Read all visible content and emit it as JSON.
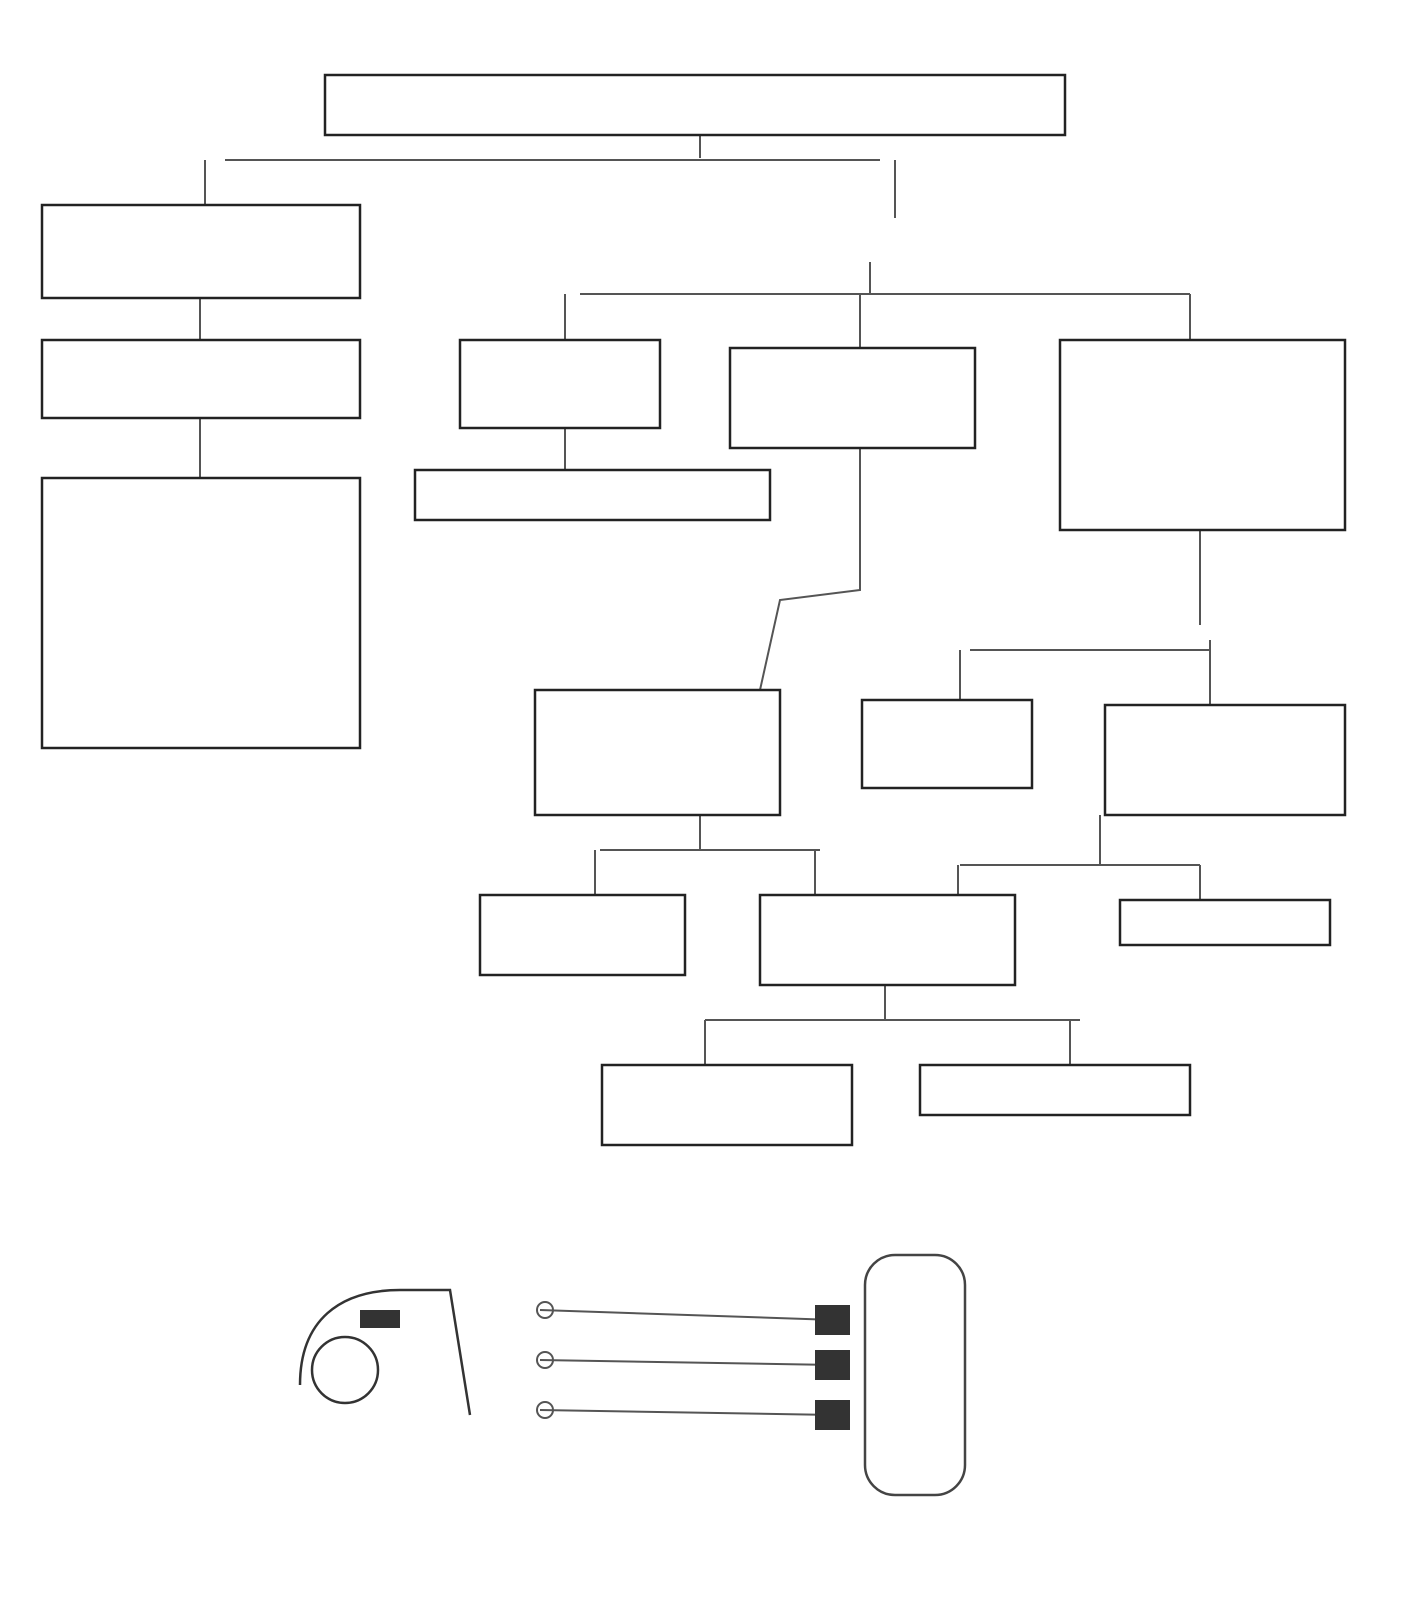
{
  "diagram": {
    "title": "",
    "nodes": [
      {
        "id": "n_start",
        "text": ""
      },
      {
        "id": "n_left1",
        "text": ""
      },
      {
        "id": "n_left2",
        "text": ""
      },
      {
        "id": "n_left3",
        "text": ""
      },
      {
        "id": "n_mid_header",
        "text": ""
      },
      {
        "id": "n_a1",
        "text": ""
      },
      {
        "id": "n_a2",
        "text": ""
      },
      {
        "id": "n_b1",
        "text": ""
      },
      {
        "id": "n_c1",
        "text": ""
      },
      {
        "id": "n_b2",
        "text": ""
      },
      {
        "id": "n_b3",
        "text": ""
      },
      {
        "id": "n_b4",
        "text": ""
      },
      {
        "id": "n_c2",
        "text": ""
      },
      {
        "id": "n_c3",
        "text": ""
      },
      {
        "id": "n_c4",
        "text": ""
      },
      {
        "id": "n_d1",
        "text": ""
      },
      {
        "id": "n_d2",
        "text": ""
      }
    ],
    "edges": [
      {
        "from": "n_start",
        "to": "n_left1",
        "label": ""
      },
      {
        "from": "n_start",
        "to": "n_mid_header",
        "label": ""
      },
      {
        "from": "n_left1",
        "to": "n_left2",
        "label": ""
      },
      {
        "from": "n_left2",
        "to": "n_left3",
        "label": ""
      },
      {
        "from": "n_mid_header",
        "to": "n_a1",
        "label": ""
      },
      {
        "from": "n_mid_header",
        "to": "n_b1",
        "label": ""
      },
      {
        "from": "n_mid_header",
        "to": "n_c1",
        "label": ""
      },
      {
        "from": "n_a1",
        "to": "n_a2",
        "label": ""
      },
      {
        "from": "n_b1",
        "to": "n_b2",
        "label": ""
      },
      {
        "from": "n_b2",
        "to": "n_b3",
        "label": ""
      },
      {
        "from": "n_b2",
        "to": "n_b4",
        "label": ""
      },
      {
        "from": "n_b4",
        "to": "n_d1",
        "label": ""
      },
      {
        "from": "n_b4",
        "to": "n_d2",
        "label": ""
      },
      {
        "from": "n_c1",
        "to": "n_c2",
        "label": ""
      },
      {
        "from": "n_c1",
        "to": "n_c3",
        "label": ""
      },
      {
        "from": "n_c3",
        "to": "n_b4",
        "label": ""
      },
      {
        "from": "n_c3",
        "to": "n_c4",
        "label": ""
      }
    ],
    "connector": {
      "title": "",
      "pins": [
        "",
        "",
        ""
      ]
    }
  }
}
